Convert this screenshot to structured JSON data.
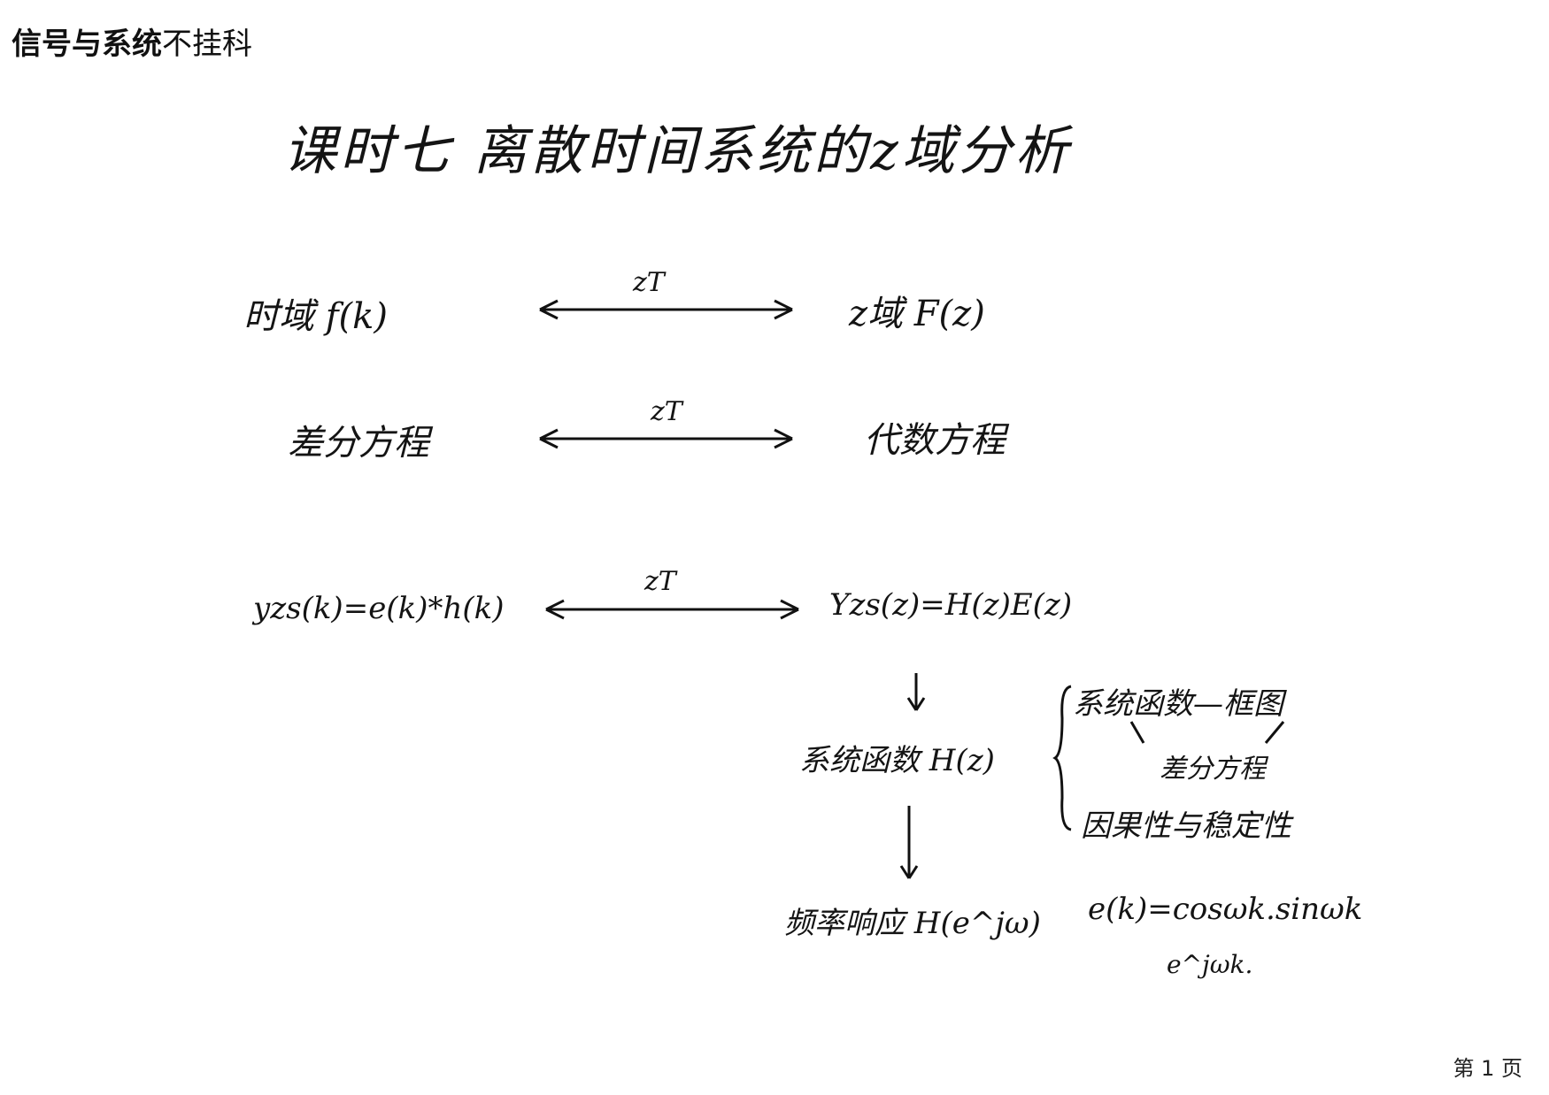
{
  "header": {
    "bold": "信号与系统",
    "normal": "不挂科"
  },
  "title": "课时七  离散时间系统的z域分析",
  "rows": [
    {
      "left": "时域  f(k)",
      "arrow_label": "zT",
      "right": "z域  F(z)"
    },
    {
      "left": "差分方程",
      "arrow_label": "zT",
      "right": "代数方程"
    },
    {
      "left": "yzs(k)=e(k)*h(k)",
      "arrow_label": "zT",
      "right": "Yzs(z)=H(z)E(z)"
    }
  ],
  "system_function": "系统函数 H(z)",
  "branches": {
    "item1": "系统函数—框图",
    "item2": "差分方程",
    "item3": "因果性与稳定性"
  },
  "frequency_response": "频率响应 H(e^jω)",
  "excitation": "e(k)=cosωk.sinωk",
  "excitation2": "e^jωk.",
  "page_number": "第 1 页"
}
